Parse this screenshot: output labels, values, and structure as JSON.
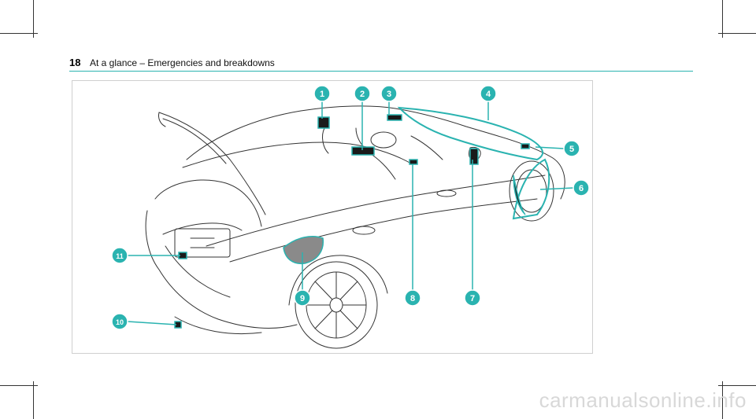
{
  "header": {
    "page_number": "18",
    "title": "At a glance – Emergencies and breakdowns"
  },
  "figure": {
    "callouts": [
      "1",
      "2",
      "3",
      "4",
      "5",
      "6",
      "7",
      "8",
      "9",
      "10",
      "11"
    ]
  },
  "watermark": "carmanualsonline.info",
  "colors": {
    "accent": "#2ab3b0",
    "line": "#333333"
  }
}
